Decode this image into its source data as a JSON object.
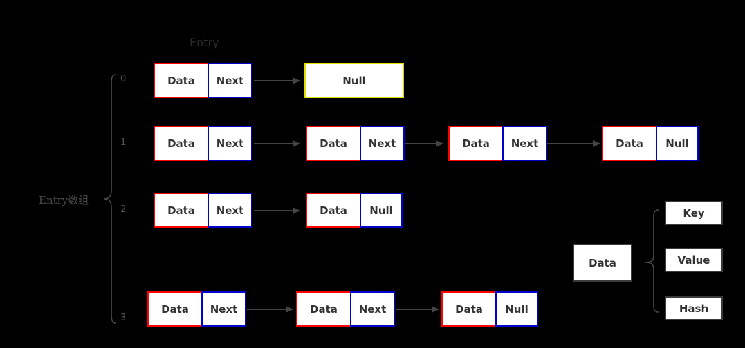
{
  "diagram": {
    "title_caption": "Entry",
    "array_label": "Entry数组",
    "bucket_indices": [
      "0",
      "1",
      "2",
      "3"
    ],
    "colors": {
      "background": "#000000",
      "data_border": "#ff0000",
      "next_border": "#0000cc",
      "null_highlight_border": "#e0e000",
      "plain_border": "#3a3a3a",
      "arrow": "#444444",
      "text": "#333333",
      "label_text": "#4a4a4a"
    },
    "buckets": [
      {
        "index": "0",
        "nodes": [
          {
            "left": "Data",
            "right": "Next",
            "right_kind": "next"
          },
          {
            "single": "Null",
            "kind": "null-highlight"
          }
        ]
      },
      {
        "index": "1",
        "nodes": [
          {
            "left": "Data",
            "right": "Next",
            "right_kind": "next"
          },
          {
            "left": "Data",
            "right": "Next",
            "right_kind": "next"
          },
          {
            "left": "Data",
            "right": "Next",
            "right_kind": "next"
          },
          {
            "left": "Data",
            "right": "Null",
            "right_kind": "next"
          }
        ]
      },
      {
        "index": "2",
        "nodes": [
          {
            "left": "Data",
            "right": "Next",
            "right_kind": "next"
          },
          {
            "left": "Data",
            "right": "Null",
            "right_kind": "next"
          }
        ]
      },
      {
        "index": "3",
        "nodes": [
          {
            "left": "Data",
            "right": "Next",
            "right_kind": "next"
          },
          {
            "left": "Data",
            "right": "Next",
            "right_kind": "next"
          },
          {
            "left": "Data",
            "right": "Null",
            "right_kind": "next"
          }
        ]
      }
    ],
    "detail": {
      "source_label": "Data",
      "fields": [
        "Key",
        "Value",
        "Hash"
      ]
    }
  }
}
